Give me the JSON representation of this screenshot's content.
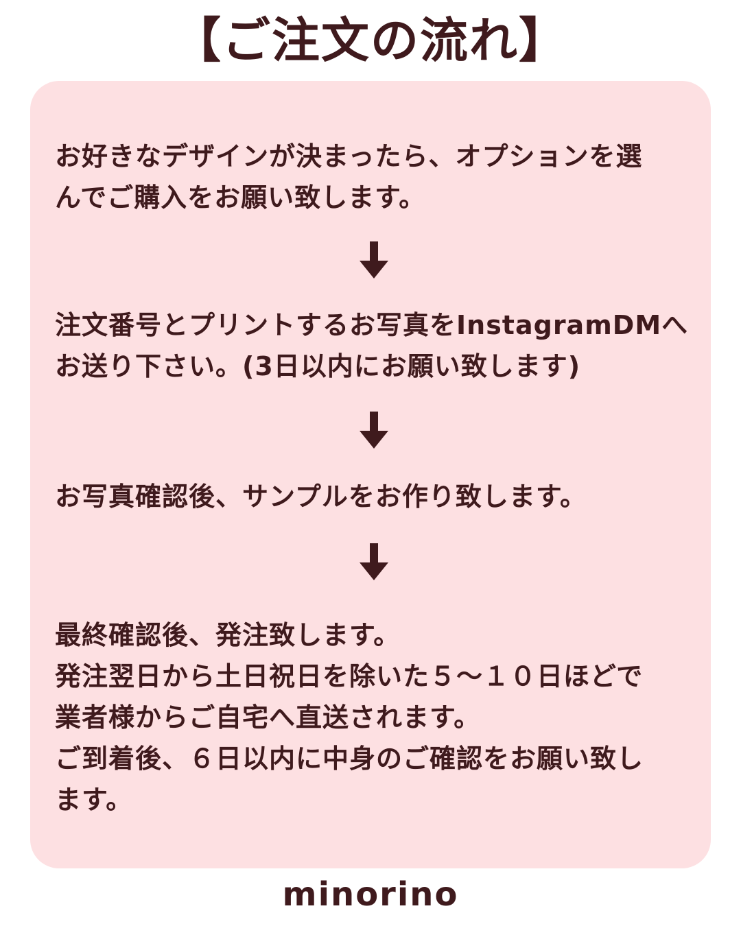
{
  "title": "【ご注文の流れ】",
  "steps": [
    {
      "lines": [
        "お好きなデザインが決まったら、オプションを選",
        "んでご購入をお願い致します。"
      ]
    },
    {
      "lines": [
        "注文番号とプリントするお写真をInstagramDMへ",
        "お送り下さい。(3日以内にお願い致します)"
      ]
    },
    {
      "lines": [
        "お写真確認後、サンプルをお作り致します。"
      ]
    },
    {
      "lines": [
        "最終確認後、発注致します。",
        "発注翌日から土日祝日を除いた５〜１０日ほどで",
        "業者様からご自宅へ直送されます。",
        "ご到着後、６日以内に中身のご確認をお願い致し",
        "ます。"
      ]
    }
  ],
  "arrow_icon": "arrow-down-icon",
  "colors": {
    "text": "#3f1a1d",
    "card": "#fde0e2",
    "background": "#ffffff"
  },
  "footer": "minorino"
}
